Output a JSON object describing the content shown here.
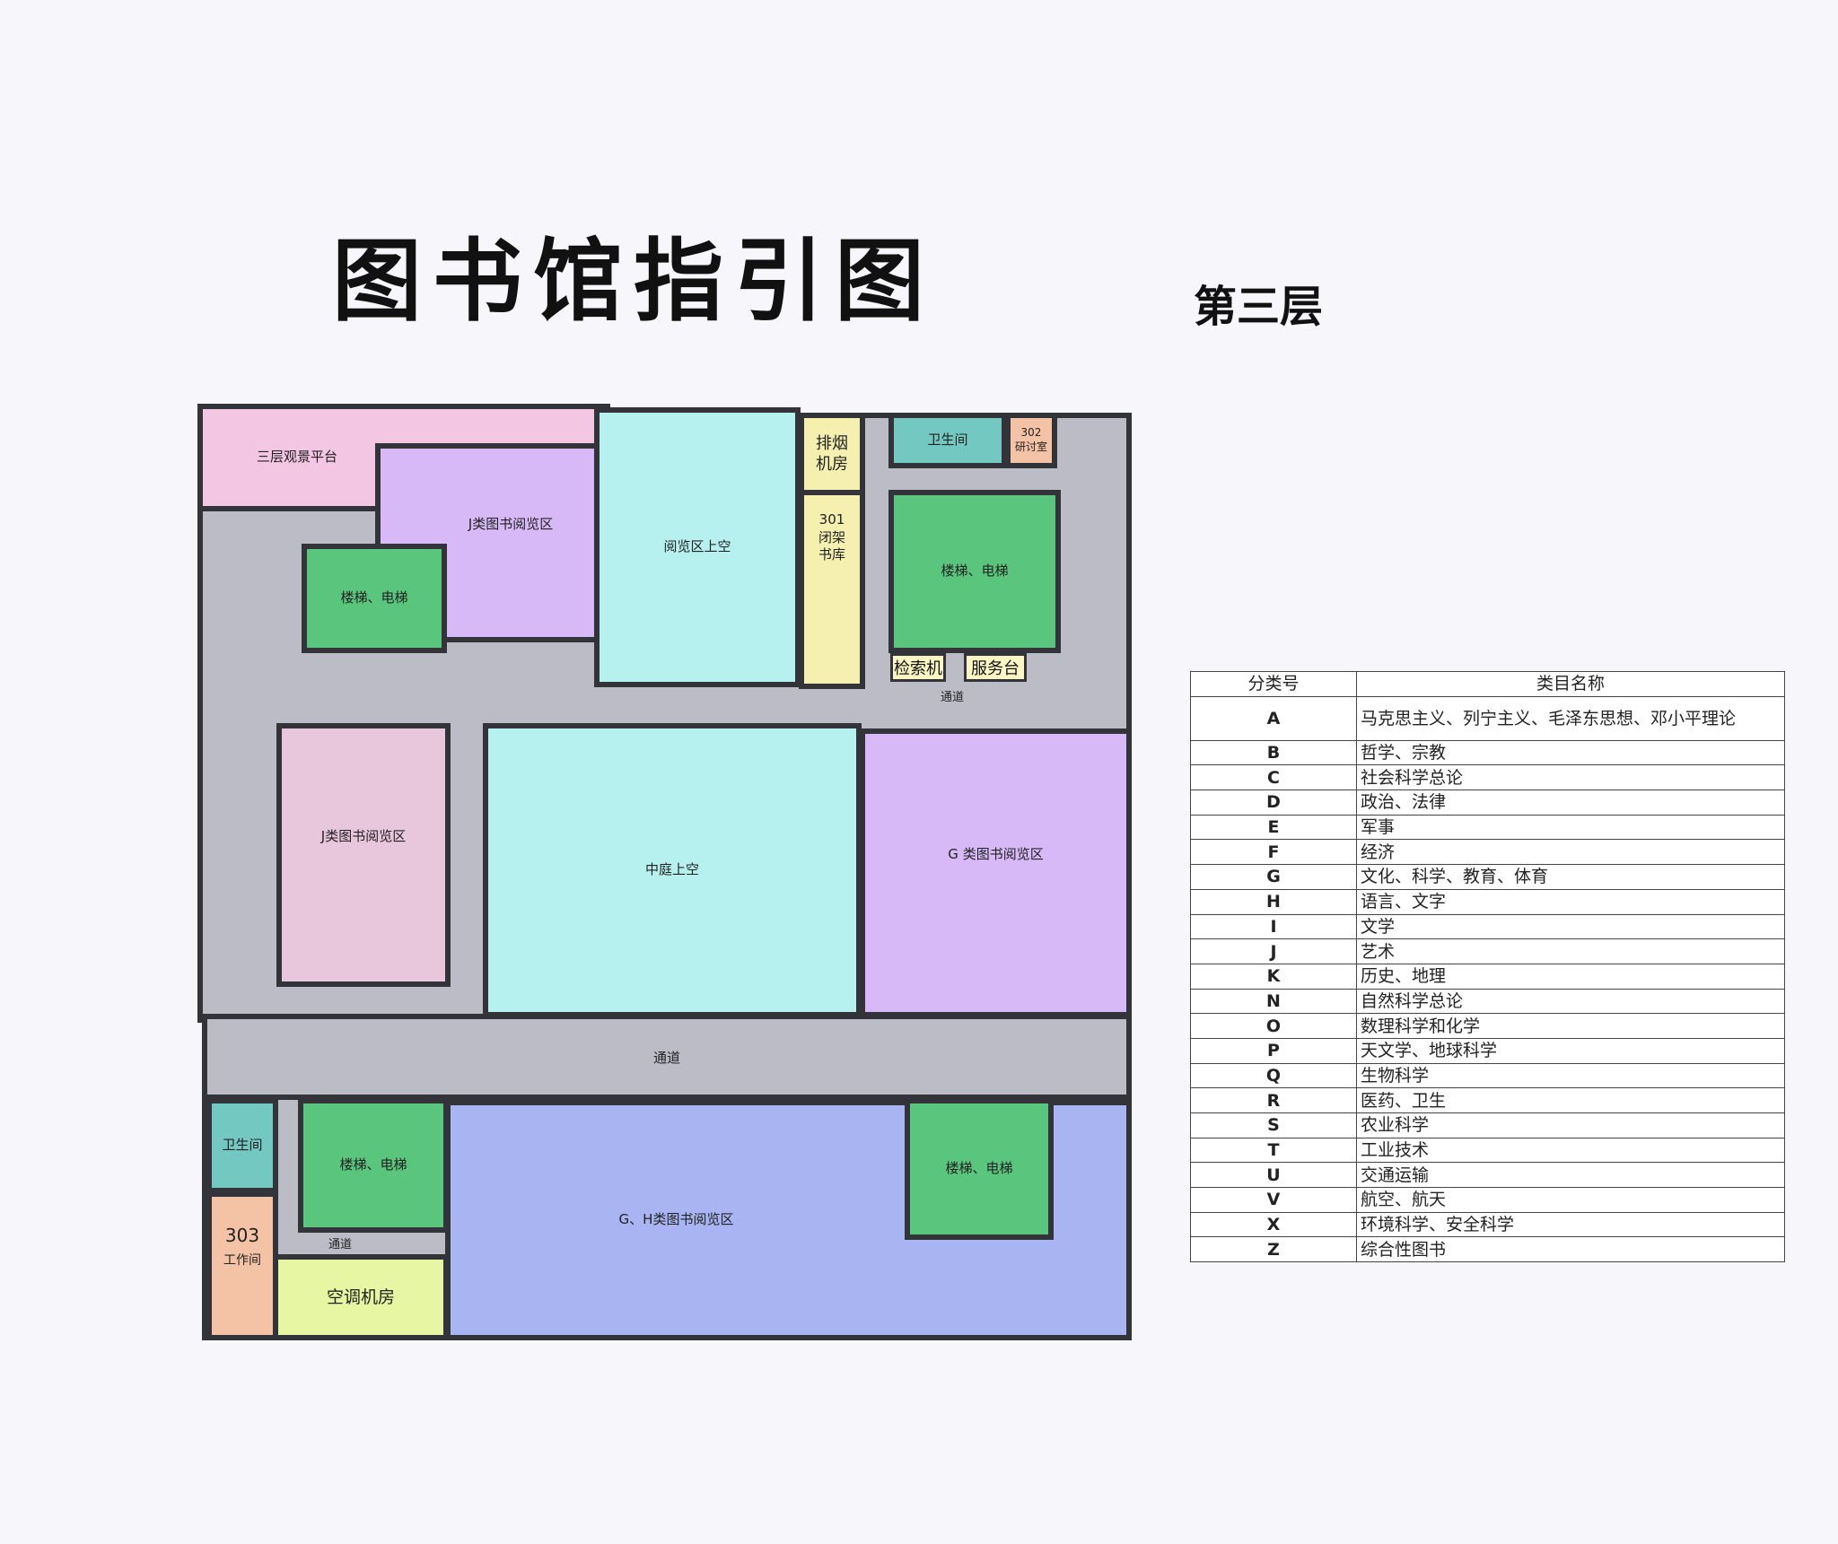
{
  "header": {
    "title": "图书馆指引图",
    "floor": "第三层"
  },
  "map": {
    "viewing_platform": "三层观景平台",
    "j_reading_top": "J类图书阅览区",
    "stairs_1": "楼梯、电梯",
    "reading_void": "阅览区上空",
    "smoke_room": "排烟\n机房",
    "closed_stacks": "301\n闭架\n书库",
    "restroom_top": "卫生间",
    "seminar_302": "302\n研讨室",
    "stairs_2": "楼梯、电梯",
    "kiosk": "检索机",
    "service_desk": "服务台",
    "corridor_top": "通道",
    "j_reading_left": "J类图书阅览区",
    "courtyard_void": "中庭上空",
    "g_reading": "G 类图书阅览区",
    "corridor_main": "通道",
    "restroom_bottom": "卫生间",
    "stairs_3": "楼梯、电梯",
    "gh_reading": "G、H类图书阅览区",
    "stairs_4": "楼梯、电梯",
    "workroom_num": "303",
    "workroom_label": "工作间",
    "corridor_small": "通道",
    "ac_room": "空调机房"
  },
  "legend": {
    "col_code": "分类号",
    "col_name": "类目名称",
    "rows": [
      {
        "code": "A",
        "name": "马克思主义、列宁主义、毛泽东思想、邓小平理论"
      },
      {
        "code": "B",
        "name": "哲学、宗教"
      },
      {
        "code": "C",
        "name": "社会科学总论"
      },
      {
        "code": "D",
        "name": "政治、法律"
      },
      {
        "code": "E",
        "name": "军事"
      },
      {
        "code": "F",
        "name": "经济"
      },
      {
        "code": "G",
        "name": "文化、科学、教育、体育"
      },
      {
        "code": "H",
        "name": "语言、文字"
      },
      {
        "code": "I",
        "name": "文学"
      },
      {
        "code": "J",
        "name": "艺术"
      },
      {
        "code": "K",
        "name": "历史、地理"
      },
      {
        "code": "N",
        "name": "自然科学总论"
      },
      {
        "code": "O",
        "name": "数理科学和化学"
      },
      {
        "code": "P",
        "name": "天文学、地球科学"
      },
      {
        "code": "Q",
        "name": "生物科学"
      },
      {
        "code": "R",
        "name": "医药、卫生"
      },
      {
        "code": "S",
        "name": "农业科学"
      },
      {
        "code": "T",
        "name": "工业技术"
      },
      {
        "code": "U",
        "name": "交通运输"
      },
      {
        "code": "V",
        "name": "航空、航天"
      },
      {
        "code": "X",
        "name": "环境科学、安全科学"
      },
      {
        "code": "Z",
        "name": "综合性图书"
      }
    ]
  },
  "colors": {
    "background": "#f7f7fb",
    "floor": "#bcbcc6",
    "green": "#5ac57c",
    "cyan": "#b6f1f0",
    "purple": "#d6b9f6",
    "blue": "#a8b5f2"
  }
}
